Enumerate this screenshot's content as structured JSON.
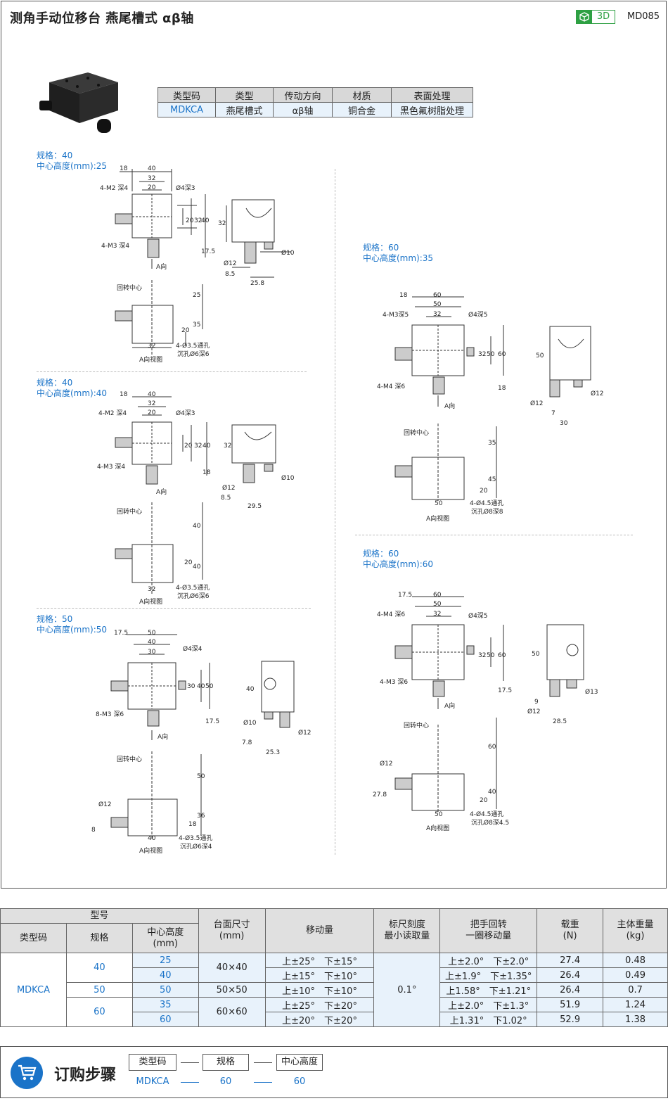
{
  "header": {
    "title": "测角手动位移台  燕尾槽式  αβ轴",
    "badge": "3D",
    "code": "MD085"
  },
  "type_table": {
    "headers": [
      "类型码",
      "类型",
      "传动方向",
      "材质",
      "表面处理"
    ],
    "values": [
      "MDKCA",
      "燕尾槽式",
      "αβ轴",
      "铜合金",
      "黑色氟树脂处理"
    ]
  },
  "specs": [
    {
      "label": "规格：",
      "value": "40",
      "height_label": "中心高度(mm):",
      "height": "25"
    },
    {
      "label": "规格：",
      "value": "40",
      "height_label": "中心高度(mm):",
      "height": "40"
    },
    {
      "label": "规格：",
      "value": "50",
      "height_label": "中心高度(mm):",
      "height": "50"
    },
    {
      "label": "规格：",
      "value": "60",
      "height_label": "中心高度(mm):",
      "height": "35"
    },
    {
      "label": "规格：",
      "value": "60",
      "height_label": "中心高度(mm):",
      "height": "60"
    }
  ],
  "drawings": {
    "d1": {
      "w40": "40",
      "w32": "32",
      "w20": "20",
      "w18": "18",
      "m2": "4-M2 深4",
      "hole": "Ø4深3",
      "m3": "4-M3 深4",
      "h20": "20",
      "h32": "32",
      "h40": "40",
      "h175": "17.5",
      "dir": "A向",
      "side32": "32",
      "d12": "Ø12",
      "d10": "Ø10",
      "s85": "8.5",
      "s258": "25.8",
      "rot": "回转中心",
      "v25": "25",
      "v35": "35",
      "v20": "20",
      "b32": "32",
      "through": "4-Ø3.5通孔",
      "counter": "沉孔Ø6深6",
      "view": "A向视图"
    },
    "d2": {
      "w40": "40",
      "w32": "32",
      "w20": "20",
      "w18": "18",
      "m2": "4-M2 深4",
      "hole": "Ø4深3",
      "m3": "4-M3 深4",
      "h20": "20",
      "h32": "32",
      "h40": "40",
      "h18": "18",
      "dir": "A向",
      "side32": "32",
      "d12": "Ø12",
      "d10": "Ø10",
      "s85": "8.5",
      "s295": "29.5",
      "rot": "回转中心",
      "v40": "40",
      "v40b": "40",
      "v20": "20",
      "b32": "32",
      "through": "4-Ø3.5通孔",
      "counter": "沉孔Ø6深6",
      "view": "A向视图"
    },
    "d3": {
      "w50": "50",
      "w40": "40",
      "w30": "30",
      "w175": "17.5",
      "hole": "Ø4深4",
      "m3": "8-M3 深6",
      "h30": "30",
      "h40": "40",
      "h50": "50",
      "h175": "17.5",
      "dir": "A向",
      "side40": "40",
      "d10": "Ø10",
      "d12": "Ø12",
      "s78": "7.8",
      "s253": "25.3",
      "rot": "回转中心",
      "v50": "50",
      "v36": "36",
      "v18": "18",
      "v8": "8",
      "b40": "40",
      "d12b": "Ø12",
      "through": "4-Ø3.5通孔",
      "counter": "沉孔Ø6深4",
      "view": "A向视图"
    },
    "d4": {
      "w60": "60",
      "w50": "50",
      "w32": "32",
      "w18": "18",
      "m3": "4-M3深5",
      "hole": "Ø4深5",
      "m4": "4-M4 深6",
      "h32": "32",
      "h50": "50",
      "h60": "60",
      "h18": "18",
      "dir": "A向",
      "side50": "50",
      "d12a": "Ø12",
      "d12b": "Ø12",
      "s7": "7",
      "s30": "30",
      "rot": "回转中心",
      "v35": "35",
      "v45": "45",
      "v20": "20",
      "b50": "50",
      "through": "4-Ø4.5通孔",
      "counter": "沉孔Ø8深8",
      "view": "A向视图"
    },
    "d5": {
      "w60": "60",
      "w50": "50",
      "w32": "32",
      "w175": "17.5",
      "m4": "4-M4 深6",
      "hole": "Ø4深5",
      "m3": "4-M3 深6",
      "h32": "32",
      "h50": "50",
      "h60": "60",
      "h175": "17.5",
      "dir": "A向",
      "side50": "50",
      "d13": "Ø13",
      "d12": "Ø12",
      "s9": "9",
      "s285": "28.5",
      "rot": "回转中心",
      "v60": "60",
      "v40": "40",
      "v20": "20",
      "d12v": "Ø12",
      "v278": "27.8",
      "b50": "50",
      "through": "4-Ø4.5通孔",
      "counter": "沉孔Ø8深4.5",
      "view": "A向视图"
    }
  },
  "main_table": {
    "group_header": "型号",
    "headers": [
      "类型码",
      "规格",
      "中心高度\n(mm)",
      "台面尺寸\n(mm)",
      "移动量",
      "标尺刻度\n最小读取量",
      "把手回转\n一圈移动量",
      "载重\n(N)",
      "主体重量\n(kg)"
    ],
    "type_code": "MDKCA",
    "scale": "0.1°",
    "rows": [
      {
        "spec": "40",
        "height": "25",
        "size": "40×40",
        "travel": "上±25°　下±15°",
        "handle": "上±2.0°　下±2.0°",
        "load": "27.4",
        "weight": "0.48"
      },
      {
        "spec": "",
        "height": "40",
        "size": "",
        "travel": "上±15°　下±10°",
        "handle": "上±1.9°　下±1.35°",
        "load": "26.4",
        "weight": "0.49"
      },
      {
        "spec": "50",
        "height": "50",
        "size": "50×50",
        "travel": "上±10°　下±10°",
        "handle": "上1.58°　下±1.21°",
        "load": "26.4",
        "weight": "0.7"
      },
      {
        "spec": "60",
        "height": "35",
        "size": "60×60",
        "travel": "上±25°　下±20°",
        "handle": "上±2.0°　下±1.3°",
        "load": "51.9",
        "weight": "1.24"
      },
      {
        "spec": "",
        "height": "60",
        "size": "",
        "travel": "上±20°　下±20°",
        "handle": "上1.31°　下1.02°",
        "load": "52.9",
        "weight": "1.38"
      }
    ]
  },
  "order": {
    "title": "订购步骤",
    "boxes": [
      "类型码",
      "规格",
      "中心高度"
    ],
    "values": [
      "MDKCA",
      "60",
      "60"
    ]
  }
}
